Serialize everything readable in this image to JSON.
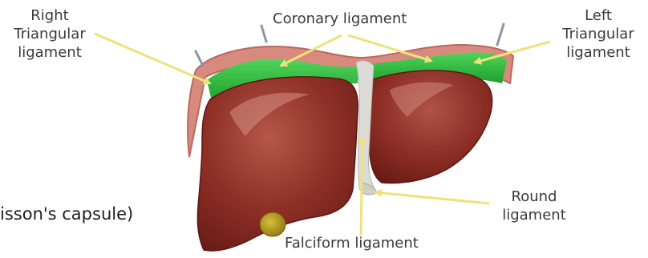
{
  "labels": {
    "right_triangular": [
      "Right",
      "Triangular",
      "ligament"
    ],
    "coronary": "Coronary ligament",
    "left_triangular": [
      "Left",
      "Triangular",
      "ligament"
    ],
    "round": [
      "Round",
      "ligament"
    ],
    "falciform": "Falciform ligament",
    "capsule_fragment": "isson's capsule)"
  },
  "colors": {
    "liver": "#8a2a22",
    "liver_light": "#b85a4c",
    "ligament_green": "#2bbf3a",
    "diaphragm_rim": "#d98a7e",
    "falciform": "#dcdcd6",
    "arrow": "#efe27a",
    "gallbladder": "#b59a1e"
  }
}
